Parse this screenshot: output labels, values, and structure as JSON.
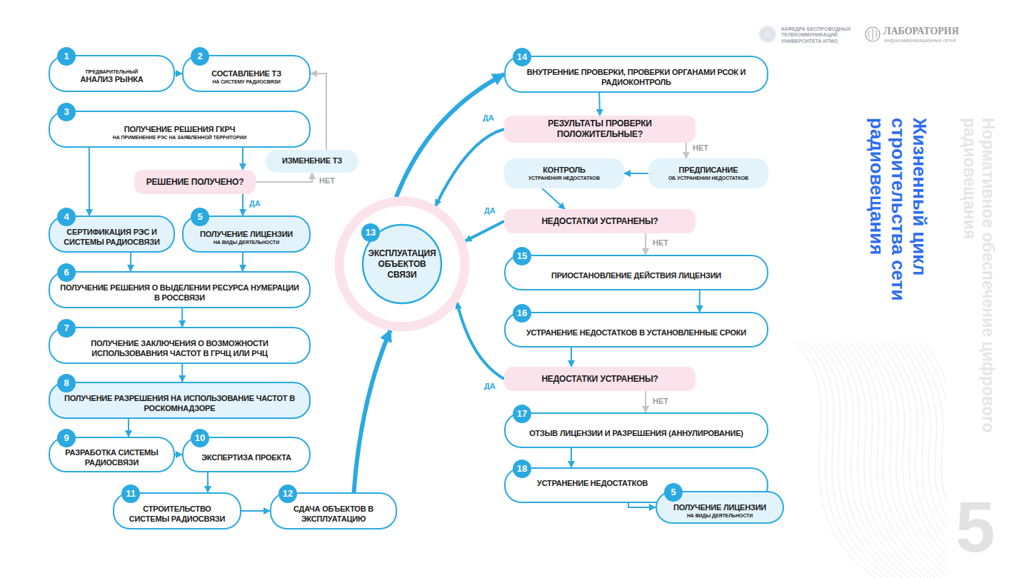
{
  "diagram": {
    "title": "Жизненный цикл строительства сети радиовещания",
    "nodes": [
      {
        "text": [
          "1",
          "ПРЕДВАРИТЕЛЬНЫЙ",
          "АНАЛИЗ РЫНКА"
        ]
      },
      {
        "text": [
          "2",
          "СОСТАВЛЕНИЕ ТЗ",
          "НА СИСТЕМУ РАДИОСВЯЗИ"
        ]
      },
      {
        "text": [
          "3",
          "ПОЛУЧЕНИЕ РЕШЕНИЯ ГКРЧ",
          "НА ПРИМЕНЕНИЕ РЭС НА ЗАЯВЛЕННОЙ ТЕРРИТОРИИ"
        ]
      },
      {
        "text": [
          "ИЗМЕНЕНИЕ ТЗ"
        ]
      },
      {
        "text": [
          "РЕШЕНИЕ ПОЛУЧЕНО?"
        ]
      },
      {
        "text": [
          "4",
          "СЕРТИФИКАЦИЯ РЭС И СИСТЕМЫ РАДИОСВЯЗИ"
        ]
      },
      {
        "text": [
          "5",
          "ПОЛУЧЕНИЕ ЛИЦЕНЗИИ",
          "НА ВИДЫ ДЕЯТЕЛЬНОСТИ"
        ]
      },
      {
        "text": [
          "6",
          "ПОЛУЧЕНИЕ РЕШЕНИЯ О ВЫДЕЛЕНИИ РЕСУРСА НУМЕРАЦИИ В РОССВЯЗИ"
        ]
      },
      {
        "text": [
          "7",
          "ПОЛУЧЕНИЕ ЗАКЛЮЧЕНИЯ О ВОЗМОЖНОСТИ ИСПОЛЬЗОВАВНИЯ ЧАСТОТ В ГРЧЦ ИЛИ РЧЦ"
        ]
      },
      {
        "text": [
          "8",
          "ПОЛУЧЕНИЕ РАЗРЕШЕНИЯ НА ИСПОЛЬЗОВАНИЕ ЧАСТОТ В РОСКОМНАДЗОРЕ"
        ]
      },
      {
        "text": [
          "9",
          "РАЗРАБОТКА СИСТЕМЫ РАДИОСВЯЗИ"
        ]
      },
      {
        "text": [
          "10",
          "ЭКСПЕРТИЗА ПРОЕКТА"
        ]
      },
      {
        "text": [
          "11",
          "СТРОИТЕЛЬСТВО СИСТЕМЫ РАДИОСВЯЗИ"
        ]
      },
      {
        "text": [
          "12",
          "СДАЧА ОБЪЕКТОВ В ЭКСПЛУАТАЦИЮ"
        ]
      },
      {
        "text": [
          "13",
          "ЭКСПЛУАТАЦИЯ ОБЪЕКТОВ СВЯЗИ"
        ]
      },
      {
        "text": [
          "14",
          "ВНУТРЕННИЕ ПРОВЕРКИ, ПРОВЕРКИ ОРГАНАМИ РСОК И РАДИОКОНТРОЛЬ"
        ]
      },
      {
        "text": [
          "РЕЗУЛЬТАТЫ ПРОВЕРКИ ПОЛОЖИТЕЛЬНЫЕ?"
        ]
      },
      {
        "text": [
          "КОНТРОЛЬ",
          "УСТРАНЕНИЯ НЕДОСТАТКОВ"
        ]
      },
      {
        "text": [
          "ПРЕДПИСАНИЕ",
          "ОБ УСТРАНЕНИИ НЕДОСТАТКОВ"
        ]
      },
      {
        "text": [
          "НЕДОСТАТКИ УСТРАНЕНЫ?"
        ]
      },
      {
        "text": [
          "15",
          "ПРИОСТАНОВЛЕНИЕ ДЕЙСТВИЯ ЛИЦЕНЗИИ"
        ]
      },
      {
        "text": [
          "16",
          "УСТРАНЕНИЕ НЕДОСТАТКОВ В УСТАНОВЛЕННЫЕ СРОКИ"
        ]
      },
      {
        "text": [
          "НЕДОСТАТКИ УСТРАНЕНЫ?"
        ]
      },
      {
        "text": [
          "17",
          "ОТЗЫВ ЛИЦЕНЗИИ И РАЗРЕШЕНИЯ (АННУЛИРОВАНИЕ)"
        ]
      },
      {
        "text": [
          "18",
          "УСТРАНЕНИЕ НЕДОСТАТКОВ"
        ]
      },
      {
        "text": [
          "5",
          "ПОЛУЧЕНИЕ ЛИЦЕНЗИИ",
          "НА ВИДЫ ДЕЯТЕЛЬНОСТИ"
        ]
      }
    ],
    "edges": [
      {
        "from": 0,
        "to": 1,
        "arrow": "to"
      },
      {
        "from": 2,
        "to": 4,
        "arrow": "to"
      },
      {
        "from": 4,
        "to": 3,
        "label": "НЕТ",
        "arrow": "to"
      },
      {
        "from": 3,
        "to": 1,
        "arrow": "to"
      },
      {
        "from": 2,
        "to": 5,
        "arrow": "to"
      },
      {
        "from": 4,
        "to": 6,
        "label": "ДА",
        "arrow": "to"
      },
      {
        "from": 5,
        "to": 7,
        "arrow": "to"
      },
      {
        "from": 6,
        "to": 7,
        "arrow": "to"
      },
      {
        "from": 7,
        "to": 8,
        "arrow": "to"
      },
      {
        "from": 8,
        "to": 9,
        "arrow": "to"
      },
      {
        "from": 9,
        "to": 10,
        "arrow": "to"
      },
      {
        "from": 10,
        "to": 11,
        "arrow": "to"
      },
      {
        "from": 11,
        "to": 12,
        "arrow": "to"
      },
      {
        "from": 12,
        "to": 13,
        "arrow": "to"
      },
      {
        "from": 13,
        "to": 14,
        "arrow": "to"
      },
      {
        "from": 14,
        "to": 15,
        "arrow": "to"
      },
      {
        "from": 15,
        "to": 16,
        "arrow": "to"
      },
      {
        "from": 16,
        "to": 14,
        "label": "ДА",
        "arrow": "to"
      },
      {
        "from": 16,
        "to": 18,
        "label": "НЕТ",
        "arrow": "to"
      },
      {
        "from": 18,
        "to": 17,
        "arrow": "to"
      },
      {
        "from": 17,
        "to": 19,
        "arrow": "to"
      },
      {
        "from": 19,
        "to": 14,
        "label": "ДА",
        "arrow": "to"
      },
      {
        "from": 19,
        "to": 20,
        "label": "НЕТ",
        "arrow": "to"
      },
      {
        "from": 20,
        "to": 21,
        "arrow": "to"
      },
      {
        "from": 21,
        "to": 22,
        "arrow": "to"
      },
      {
        "from": 22,
        "to": 14,
        "label": "ДА",
        "arrow": "to"
      },
      {
        "from": 22,
        "to": 23,
        "label": "НЕТ",
        "arrow": "to"
      },
      {
        "from": 23,
        "to": 24,
        "arrow": "to"
      },
      {
        "from": 24,
        "to": 25,
        "arrow": "to"
      }
    ],
    "labels": [
      "КАФЕДРА БЕСПРОВОДНЫХ ТЕЛЕКОММУНИКАЦИЙ УНИВЕРСИТЕТА ИТМО",
      "ЛАБОРАТОРИЯ",
      "инфокоммуникационных сетей",
      "Нормативное обеспечение цифрового радиовещания",
      "5"
    ]
  }
}
